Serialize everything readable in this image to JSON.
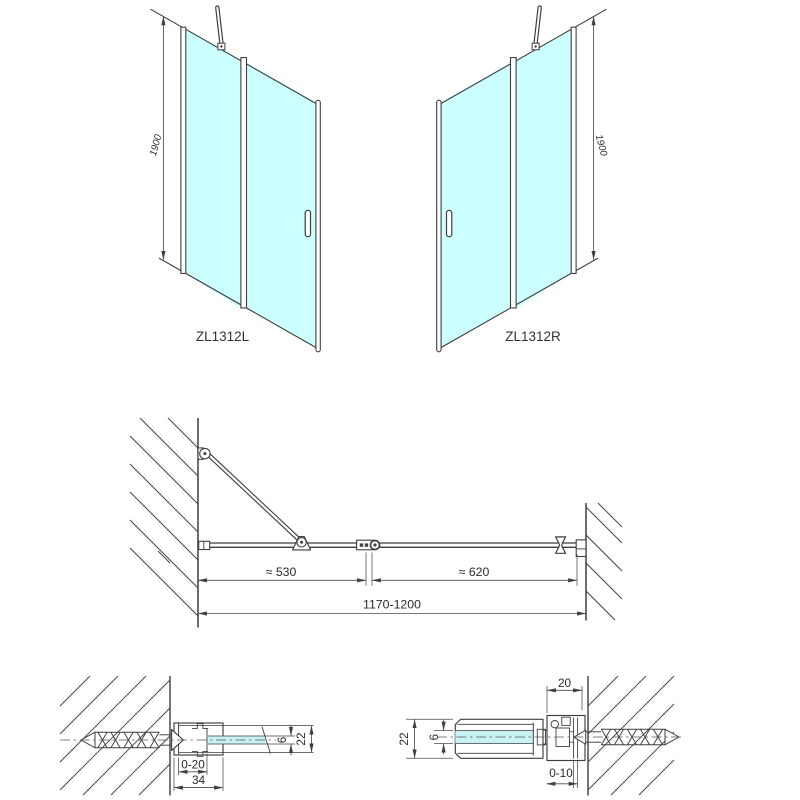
{
  "drawing": {
    "elevation_left": {
      "model_label": "ZL1312L",
      "height_dimension": "1900"
    },
    "elevation_right": {
      "model_label": "ZL1312R",
      "height_dimension": "1900"
    },
    "plan_view": {
      "fixed_panel_width": "≈ 530",
      "door_width": "≈ 620",
      "total_width_range": "1170-1200"
    },
    "detail_left": {
      "adjustment_range": "0-20",
      "profile_total_depth": "34",
      "glass_thickness": "6",
      "profile_width": "22"
    },
    "detail_right": {
      "profile_width": "20",
      "profile_height": "22",
      "glass_thickness": "6",
      "adjustment_range": "0-10"
    }
  },
  "colors": {
    "background": "#ffffff",
    "line": "#3f3f3f",
    "dim_line": "#4a4a4a",
    "text": "#2b2b2b",
    "glass": "#ccffff",
    "glass_section": "#c9f2f4",
    "centerline": "#565656"
  }
}
